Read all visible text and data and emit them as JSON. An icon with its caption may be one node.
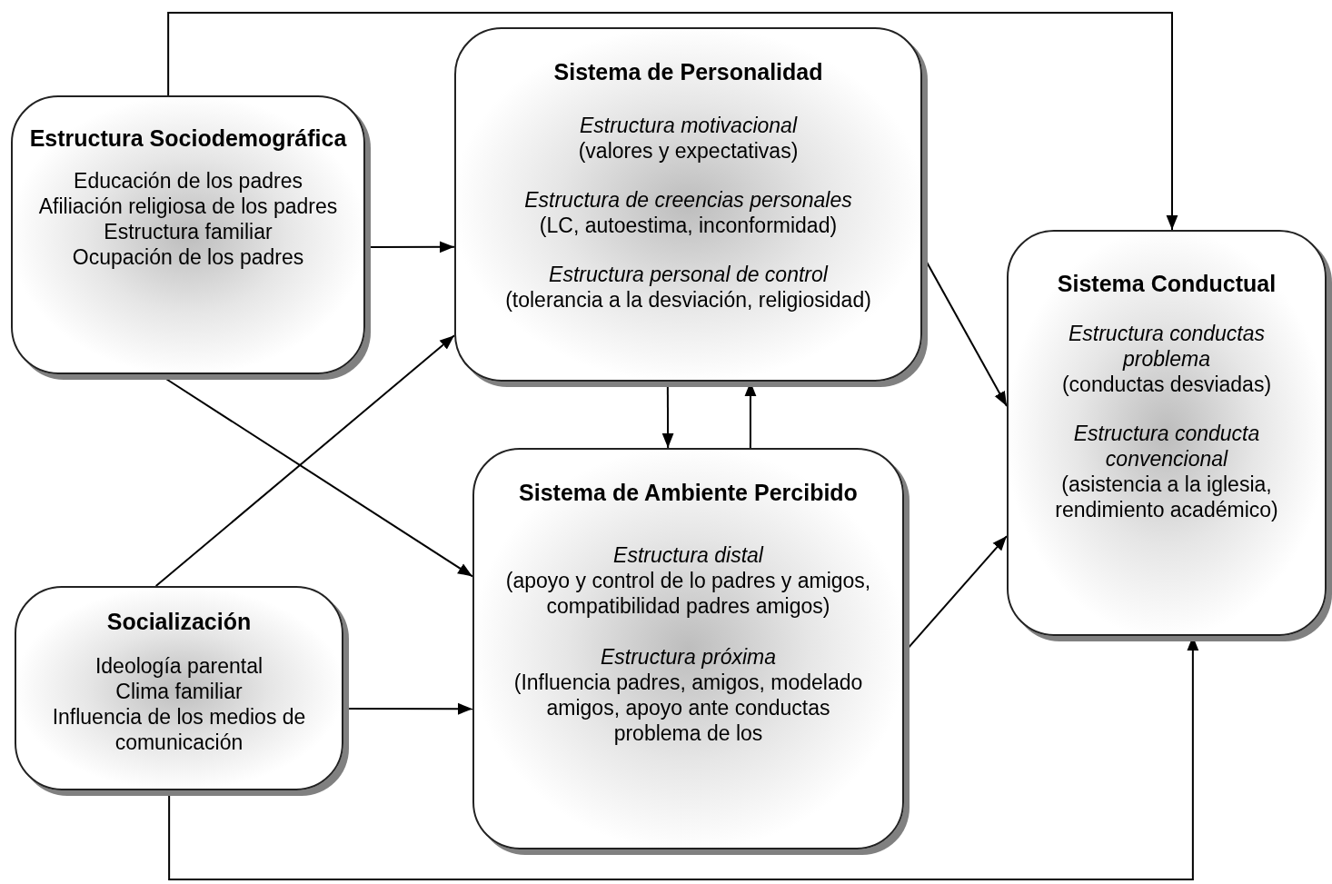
{
  "diagram": {
    "nodes": [
      {
        "text": [
          "Estructura Sociodemográfica",
          "Educación de los padres",
          "Afiliación religiosa de los padres",
          "Estructura familiar",
          "Ocupación de los padres"
        ]
      },
      {
        "text": [
          "Sistema de Personalidad",
          "*Estructura motivacional* (valores y expectativas)",
          "*Estructura de creencias personales* (LC, autoestima, inconformidad)",
          "*Estructura personal de control* (tolerancia a la desviación, religiosidad)"
        ]
      },
      {
        "text": [
          "Sistema Conductual",
          "*Estructura conductas problema* (conductas desviadas)",
          "*Estructura conducta convencional* (asistencia a la iglesia, rendimiento académico)"
        ]
      },
      {
        "text": [
          "Socialización",
          "Ideología parental",
          "Clima familiar",
          "Influencia de los medios de comunicación"
        ]
      },
      {
        "text": [
          "Sistema de Ambiente Percibido",
          "*Estructura distal* (apoyo y control de lo padres y amigos, compatibilidad padres amigos)",
          "*Estructura próxima* (Influencia padres, amigos, modelado amigos, apoyo ante conductas problema de los"
        ]
      }
    ],
    "edges": [
      {
        "from": 0,
        "to": 1,
        "arrow": "to"
      },
      {
        "from": 0,
        "to": 4,
        "arrow": "to"
      },
      {
        "from": 3,
        "to": 1,
        "arrow": "to"
      },
      {
        "from": 3,
        "to": 4,
        "arrow": "to"
      },
      {
        "from": 1,
        "to": 4,
        "arrow": "to"
      },
      {
        "from": 4,
        "to": 1,
        "arrow": "to"
      },
      {
        "from": 1,
        "to": 2,
        "arrow": "to"
      },
      {
        "from": 4,
        "to": 2,
        "arrow": "to"
      },
      {
        "from": 0,
        "to": 2,
        "arrow": "to"
      },
      {
        "from": 3,
        "to": 2,
        "arrow": "to"
      }
    ]
  }
}
